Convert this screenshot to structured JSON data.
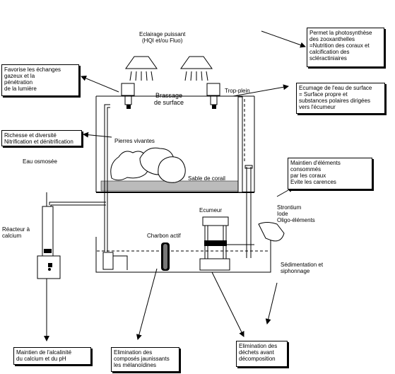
{
  "labels": {
    "eclairage": "Eclairage puissant\n(HQI et/ou Fluo)",
    "brassage": "Brassage\nde surface",
    "trop_plein": "Trop-plein",
    "pierres": "Pierres vivantes",
    "sable": "Sable de corail",
    "eau_osmosee": "Eau osmosée",
    "reacteur": "Réacteur à\ncalcium",
    "charbon": "Charbon actif",
    "ecumeur": "Ecumeur",
    "strontium": "Strontium\nIode\nOligo-éléments",
    "sedimentation": "Sédimentation et\nsiphonnage"
  },
  "boxes": {
    "photosynthese": "Permet la photosynthèse\ndes zooxanthelles\n=Nutrition des coraux et\ncalcification des\nscléractiniaires",
    "echanges": "Favorise les échanges\ngazeux et la\npénétration\nde la lumière",
    "ecumage": "Ecumage de l'eau de surface\n= Surface propre et\nsubstances polaires dirigées\nvers l'écumeur",
    "richesse": "Richesse et diversité\nNitrification et dénitrification",
    "maintien_elements": "Maintien d'éléments\nconsommés\npar les coraux\nEvite les carences",
    "alcalinite": "Maintien de l'alcalinité\ndu calcium et du pH",
    "jaunissants": "Elimination des\ncomposés jaunissants\nles mélanoïdines",
    "dechets": "Elimination des\ndéchets avant\ndécomposition"
  }
}
